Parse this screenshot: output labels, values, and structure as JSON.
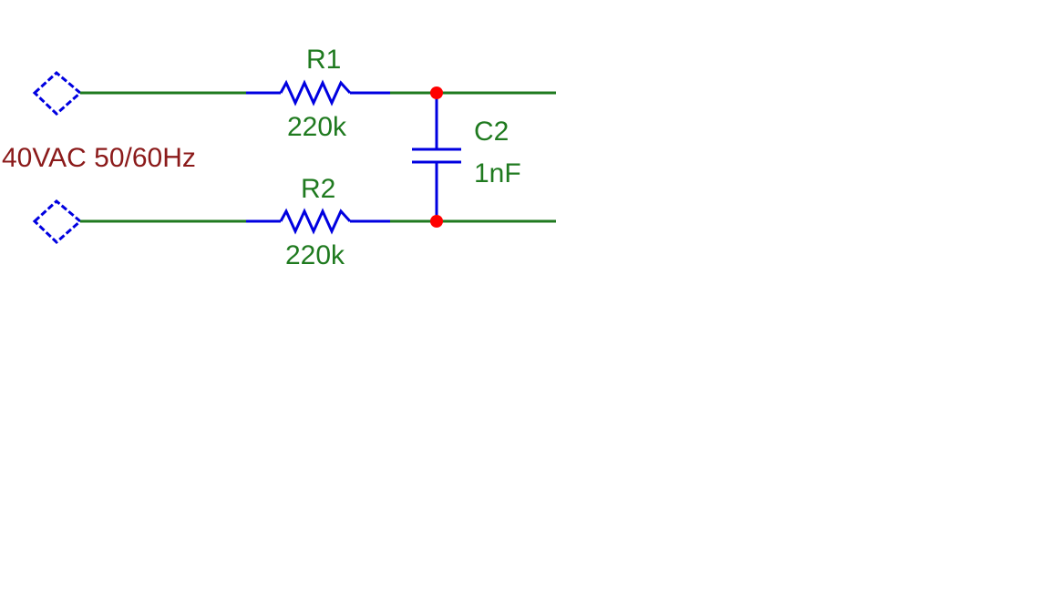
{
  "schematic": {
    "source_label": "40VAC 50/60Hz",
    "r1": {
      "ref": "R1",
      "value": "220k"
    },
    "r2": {
      "ref": "R2",
      "value": "220k"
    },
    "c2": {
      "ref": "C2",
      "value": "1nF"
    }
  },
  "colors": {
    "wire": "#1f7a1f",
    "component": "#0000e0",
    "junction": "#ff0000",
    "label_green": "#1f7a1f",
    "label_source": "#8b1a1a",
    "background": "#ffffff"
  }
}
